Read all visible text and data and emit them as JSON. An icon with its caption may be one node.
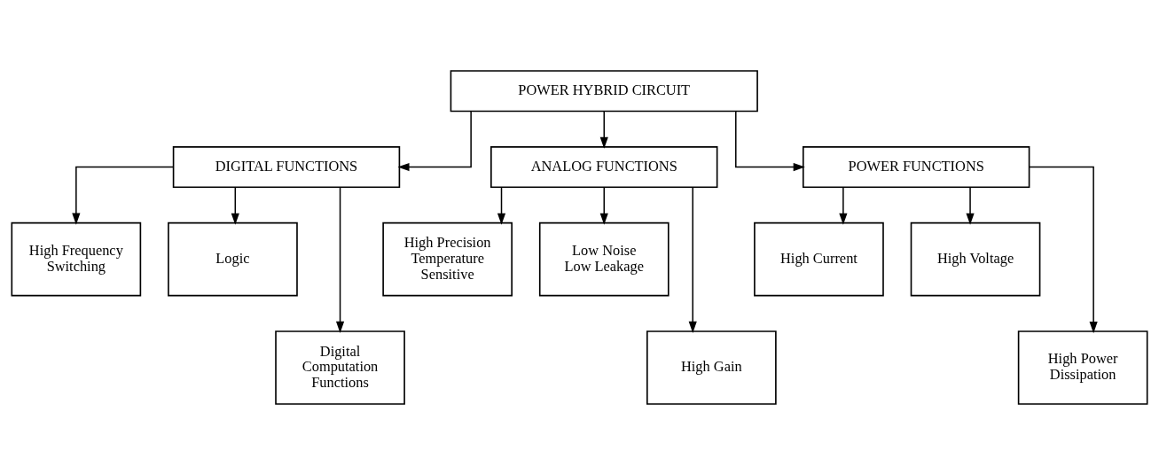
{
  "diagram": {
    "nodes": [
      {
        "text": [
          "POWER HYBRID CIRCUIT"
        ]
      },
      {
        "text": [
          "DIGITAL FUNCTIONS"
        ]
      },
      {
        "text": [
          "ANALOG FUNCTIONS"
        ]
      },
      {
        "text": [
          "POWER FUNCTIONS"
        ]
      },
      {
        "text": [
          "High Frequency Switching"
        ]
      },
      {
        "text": [
          "Logic"
        ]
      },
      {
        "text": [
          "Digital Computation Functions"
        ]
      },
      {
        "text": [
          "High Precision Temperature Sensitive"
        ]
      },
      {
        "text": [
          "Low Noise Low Leakage"
        ]
      },
      {
        "text": [
          "High Gain"
        ]
      },
      {
        "text": [
          "High Current"
        ]
      },
      {
        "text": [
          "High Voltage"
        ]
      },
      {
        "text": [
          "High Power Dissipation"
        ]
      }
    ],
    "edges": [
      {
        "from": 0,
        "to": 1,
        "arrow": "to"
      },
      {
        "from": 0,
        "to": 2,
        "arrow": "to"
      },
      {
        "from": 0,
        "to": 3,
        "arrow": "to"
      },
      {
        "from": 1,
        "to": 4,
        "arrow": "to"
      },
      {
        "from": 1,
        "to": 5,
        "arrow": "to"
      },
      {
        "from": 1,
        "to": 6,
        "arrow": "to"
      },
      {
        "from": 2,
        "to": 7,
        "arrow": "to"
      },
      {
        "from": 2,
        "to": 8,
        "arrow": "to"
      },
      {
        "from": 2,
        "to": 9,
        "arrow": "to"
      },
      {
        "from": 3,
        "to": 10,
        "arrow": "to"
      },
      {
        "from": 3,
        "to": 11,
        "arrow": "to"
      },
      {
        "from": 3,
        "to": 12,
        "arrow": "to"
      }
    ]
  }
}
